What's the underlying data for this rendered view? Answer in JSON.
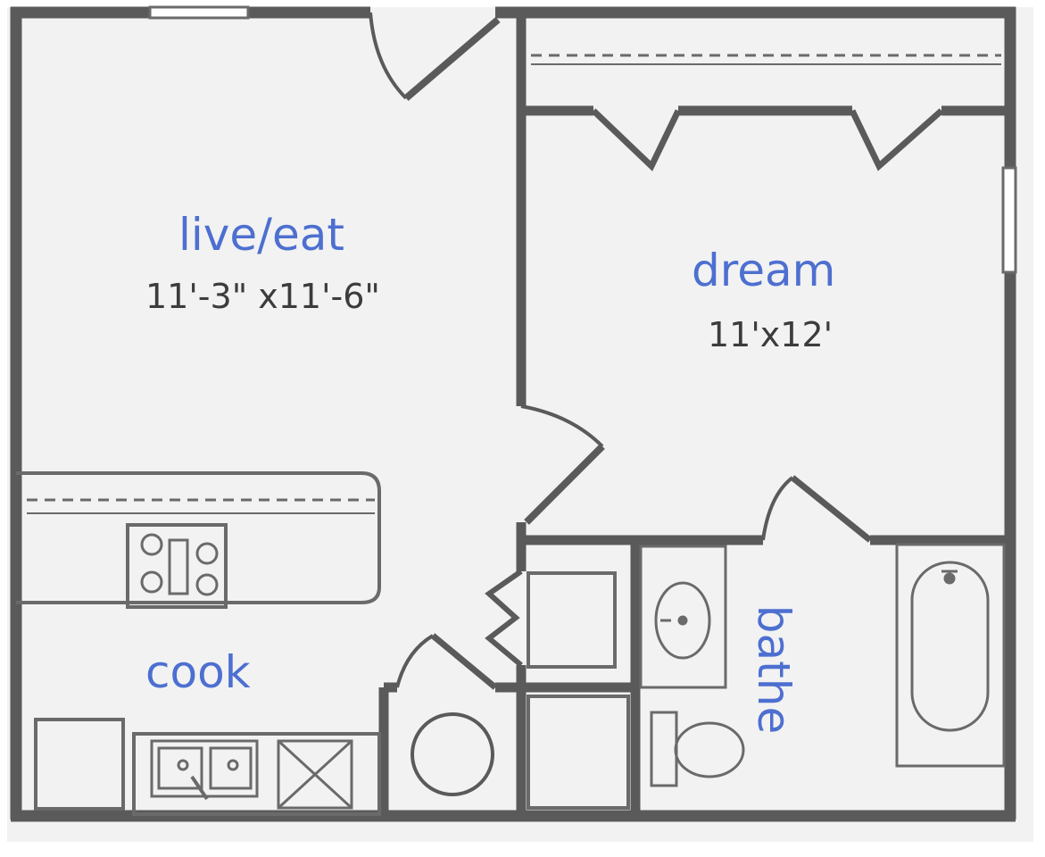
{
  "colors": {
    "wall": "#5a5a5a",
    "fixture": "#6a6a6a",
    "room_label": "#4d6fd0",
    "dimension_label": "#3c3c3c",
    "background": "#ffffff"
  },
  "rooms": {
    "live_eat": {
      "name": "live/eat",
      "dimensions": "11'-3\" x11'-6\""
    },
    "dream": {
      "name": "dream",
      "dimensions": "11'x12'"
    },
    "cook": {
      "name": "cook"
    },
    "bathe": {
      "name": "bathe"
    }
  },
  "icons": [
    "door-swing-icon",
    "window-icon",
    "range-icon",
    "sink-icon",
    "dishwasher-icon",
    "refrigerator-icon",
    "water-heater-icon",
    "washer-icon",
    "dryer-icon",
    "lavatory-icon",
    "toilet-icon",
    "bathtub-icon",
    "closet-rod-icon"
  ]
}
